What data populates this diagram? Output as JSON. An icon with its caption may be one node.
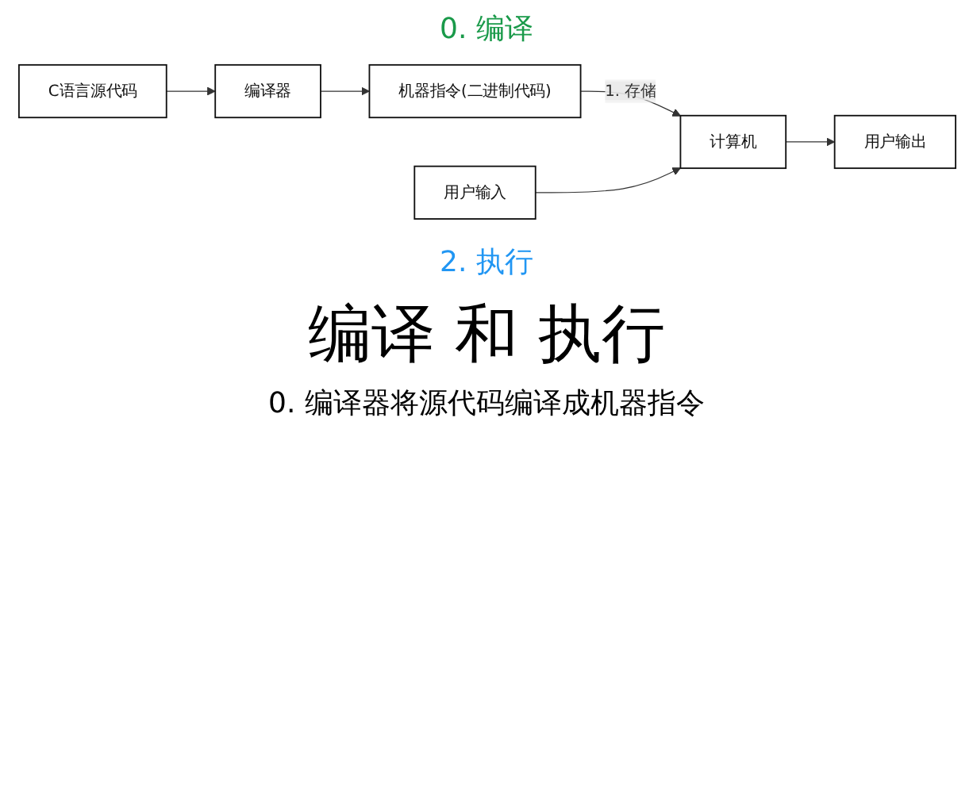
{
  "diagram": {
    "title": "编译 和 执行",
    "caption": "0. 编译器将源代码编译成机器指令",
    "nodes": [
      {
        "text": [
          "C语言源代码"
        ]
      },
      {
        "text": [
          "编译器"
        ]
      },
      {
        "text": [
          "机器指令(二进制代码)"
        ]
      },
      {
        "text": [
          "用户输入"
        ]
      },
      {
        "text": [
          "计算机"
        ]
      },
      {
        "text": [
          "用户输出"
        ]
      }
    ],
    "edges": [
      {
        "from": 0,
        "to": 1,
        "arrow": "to"
      },
      {
        "from": 1,
        "to": 2,
        "arrow": "to"
      },
      {
        "from": 2,
        "to": 4,
        "arrow": "to",
        "label": "1. 存储"
      },
      {
        "from": 3,
        "to": 4,
        "arrow": "to"
      },
      {
        "from": 4,
        "to": 5,
        "arrow": "to"
      }
    ],
    "labels": [
      "0. 编译",
      "2. 执行"
    ]
  }
}
